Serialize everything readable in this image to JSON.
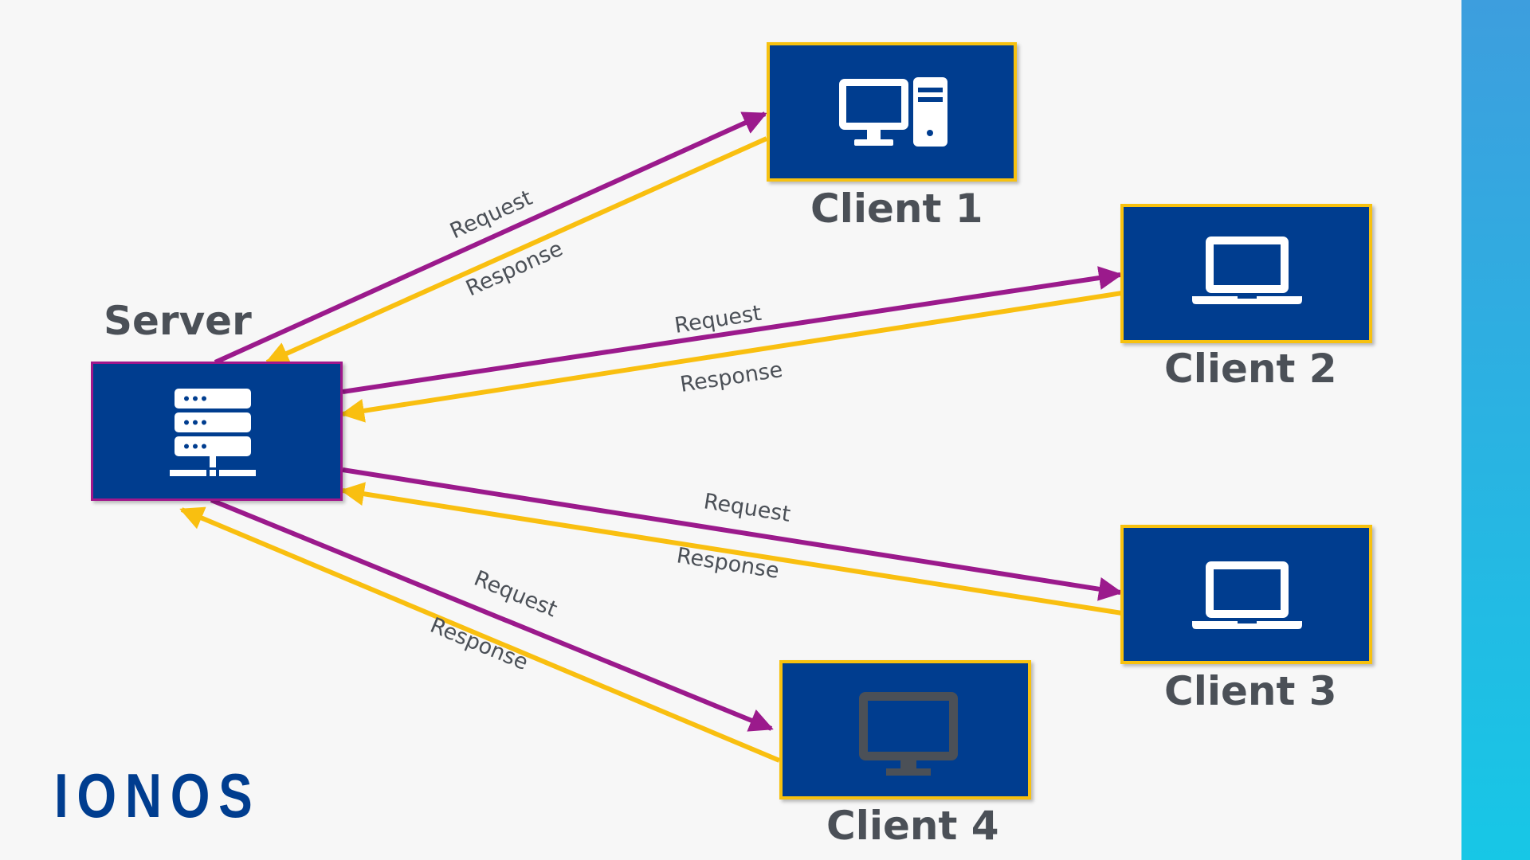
{
  "nodes": {
    "server": {
      "label": "Server"
    },
    "client1": {
      "label": "Client 1"
    },
    "client2": {
      "label": "Client 2"
    },
    "client3": {
      "label": "Client 3"
    },
    "client4": {
      "label": "Client 4"
    }
  },
  "edges": {
    "request_label": "Request",
    "response_label": "Response"
  },
  "logo": {
    "text": "IONOS"
  },
  "colors": {
    "box_fill": "#003d8f",
    "client_border": "#f7c10f",
    "server_border": "#a0178b",
    "request_arrow": "#9b1a8c",
    "response_arrow": "#f9bf10",
    "label_text": "#4b5057",
    "accent_gradient_top": "#3d9ede",
    "accent_gradient_bottom": "#17c7e6"
  },
  "icons": {
    "server": "server-rack-icon",
    "client1": "desktop-tower-icon",
    "client2": "laptop-icon",
    "client3": "laptop-icon",
    "client4": "monitor-icon"
  }
}
